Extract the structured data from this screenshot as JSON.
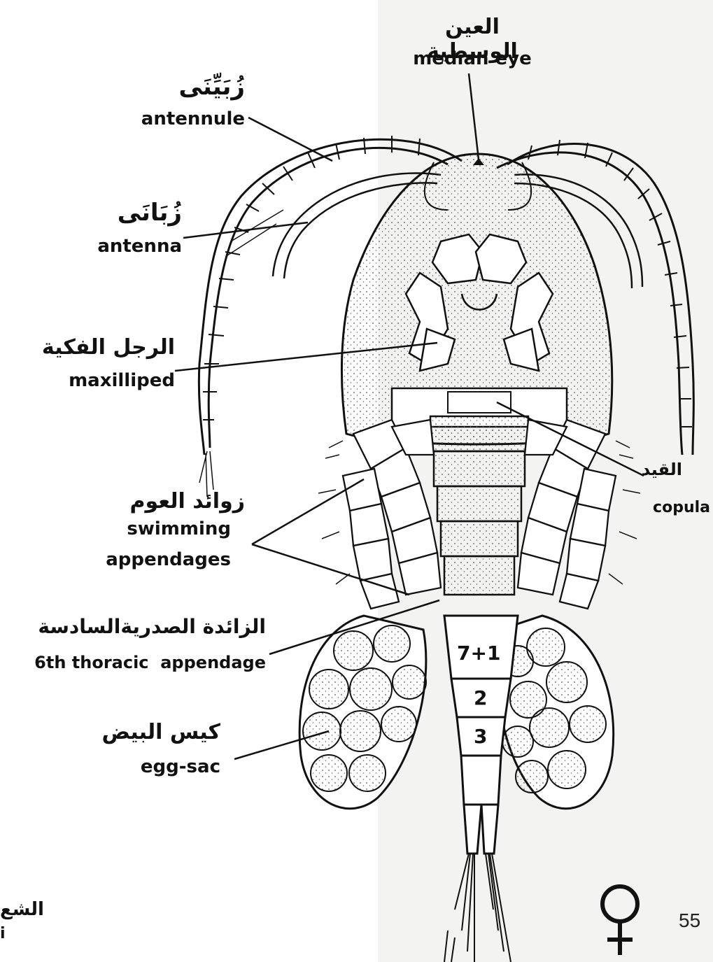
{
  "labels": {
    "median_eye": {
      "ar": "العين الوسطية",
      "en": "median eye"
    },
    "antennule": {
      "ar": "زُبَيِّنَى",
      "en": "antennule"
    },
    "antenna": {
      "ar": "زُبَانَى",
      "en": "antenna"
    },
    "maxilliped": {
      "ar": "الرجل الفكية",
      "en": "maxilliped"
    },
    "copula": {
      "ar": "القيد",
      "en": "copula"
    },
    "swimming": {
      "ar": "زوائد العوم",
      "en1": "swimming",
      "en2": "appendages"
    },
    "thoracic6": {
      "ar": "الزائدة الصدريةالسادسة",
      "en": "6th thoracic  appendage"
    },
    "eggsac": {
      "ar": "كيس البيض",
      "en": "egg-sac"
    }
  },
  "segments": [
    "7+1",
    "2",
    "3"
  ],
  "female_symbol": "♀",
  "page_number": "55",
  "edge_text": {
    "ar": "الشع",
    "en": "i"
  }
}
